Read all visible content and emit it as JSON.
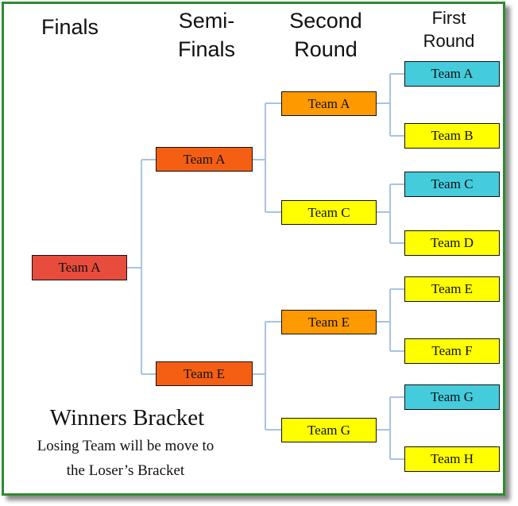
{
  "headers": {
    "finals": "Finals",
    "semi": [
      "Semi-",
      "Finals"
    ],
    "second": [
      "Second",
      "Round"
    ],
    "first": [
      "First",
      "Round"
    ]
  },
  "finals": {
    "team": "Team A"
  },
  "semifinals": [
    "Team A",
    "Team E"
  ],
  "second_round": [
    "Team A",
    "Team C",
    "Team E",
    "Team G"
  ],
  "first_round": [
    "Team A",
    "Team B",
    "Team C",
    "Team D",
    "Team E",
    "Team F",
    "Team G",
    "Team H"
  ],
  "caption": {
    "title": "Winners Bracket",
    "line1": "Losing Team will be move to",
    "line2": "the Loser’s  Bracket"
  },
  "colors": {
    "frame": "#2e8b2e",
    "connector": "#a8c4e0",
    "finals": "#e84c3c",
    "semifinals": "#f55f14",
    "winner": "#ff9900",
    "advancing": "#ffff00",
    "first_round_top": "#44ccdd"
  }
}
